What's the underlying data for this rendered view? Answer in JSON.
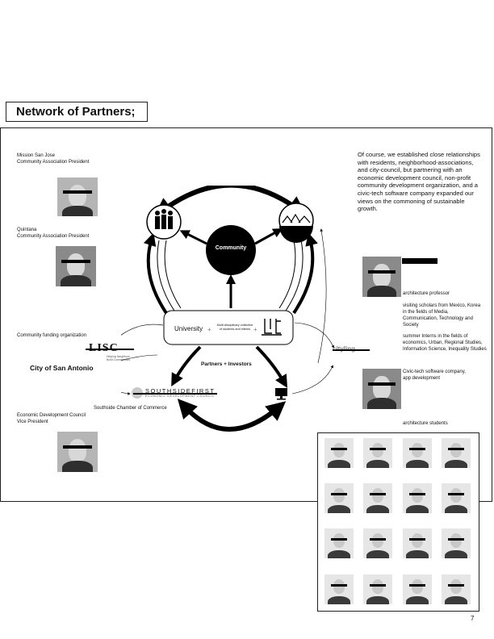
{
  "header": {
    "title": "Network of Partners;"
  },
  "left_contacts": [
    {
      "line1": "Mission San Jose",
      "line2": "Community Association President"
    },
    {
      "line1": "Quintana",
      "line2": "Community Association President"
    },
    {
      "line1": "Community funding organization"
    },
    {
      "line1": "Economic Development Council",
      "line2": "Vice President"
    }
  ],
  "intro_paragraph": "Of course, we established close relationships with residents, neighborhood-associations, and city-council, but partnering with an economic development council, non-profit community development organization, and a civic-tech software company expanded our views on the commoning of sustainable growth.",
  "diagram": {
    "community": "Community",
    "university": "University",
    "plus1": "+",
    "multi": "Multi-disciplinary collective of students and interns",
    "plus2": "+",
    "partners": "Partners + Investors"
  },
  "logos": {
    "lisc": "LISC",
    "lisc_sub": "Helping Neighbors Build Communities",
    "city": "City of San Antonio",
    "southside": "SOUTHSIDEFIRST",
    "southside_sub": "ECONOMIC DEVELOPMENT COUNCIL",
    "chamber": "Southside Chamber of Commerce",
    "cityling": "cityling"
  },
  "right_notes": {
    "prof": "architecture professor",
    "visiting": "visiting scholars from Mexico, Korea in the fields of Media, Communication, Technology and Society",
    "summer": "summer Interns in the fields of economics, Urban, Regional Studies, Information Science, Inequality Studies",
    "civic": "Civic-tech software company, app development",
    "students": "architecture students"
  },
  "page_number": "7"
}
